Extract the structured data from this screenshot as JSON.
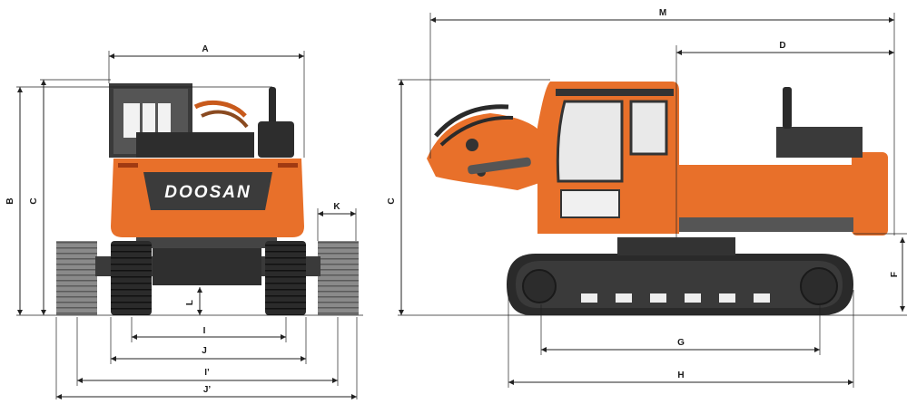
{
  "front_view": {
    "brand_logo": "DOOSAN",
    "dimension_labels": {
      "A": "A",
      "B": "B",
      "C": "C",
      "K": "K",
      "L": "L",
      "I": "I",
      "J": "J",
      "I_prime": "I’",
      "J_prime": "J’"
    }
  },
  "side_view": {
    "dimension_labels": {
      "M": "M",
      "D": "D",
      "C": "C",
      "F": "F",
      "G": "G",
      "H": "H"
    }
  },
  "colors": {
    "body_orange": "#e8702a",
    "dark_orange": "#c85a1c",
    "track_black": "#2a2a2a",
    "cab_dark": "#333333",
    "dimension_line": "#222222"
  }
}
